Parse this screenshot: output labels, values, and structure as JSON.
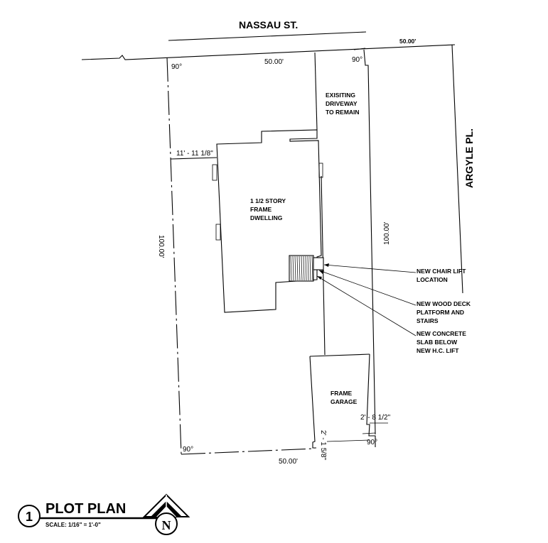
{
  "streets": {
    "north": "NASSAU ST.",
    "east": "ARGYLE PL."
  },
  "dimensions": {
    "front_width": "50.00'",
    "adjacent_width": "50.00'",
    "lot_depth_left": "100.00'",
    "lot_depth_right": "100.00'",
    "rear_width": "50.00'",
    "side_setback": "11' - 11 1/8\"",
    "garage_offset_side": "2' - 8 1/2\"",
    "garage_offset_rear": "2' - 1 5/8\""
  },
  "angles": {
    "top_left": "90°",
    "top_right": "90°",
    "bottom_left": "90°",
    "bottom_right": "90°"
  },
  "labels": {
    "driveway": [
      "EXISITING",
      "DRIVEWAY",
      "TO REMAIN"
    ],
    "dwelling": [
      "1 1/2 STORY",
      "FRAME",
      "DWELLING"
    ],
    "garage": [
      "FRAME",
      "GARAGE"
    ]
  },
  "callouts": {
    "chair_lift": [
      "NEW CHAIR LIFT",
      "LOCATION"
    ],
    "deck": [
      "NEW WOOD DECK",
      "PLATFORM AND",
      "STAIRS"
    ],
    "slab": [
      "NEW CONCRETE",
      "SLAB BELOW",
      "NEW H.C. LIFT"
    ]
  },
  "title_block": {
    "number": "1",
    "title": "PLOT PLAN",
    "scale": "SCALE: 1/16\" = 1'-0\"",
    "north": "N"
  }
}
